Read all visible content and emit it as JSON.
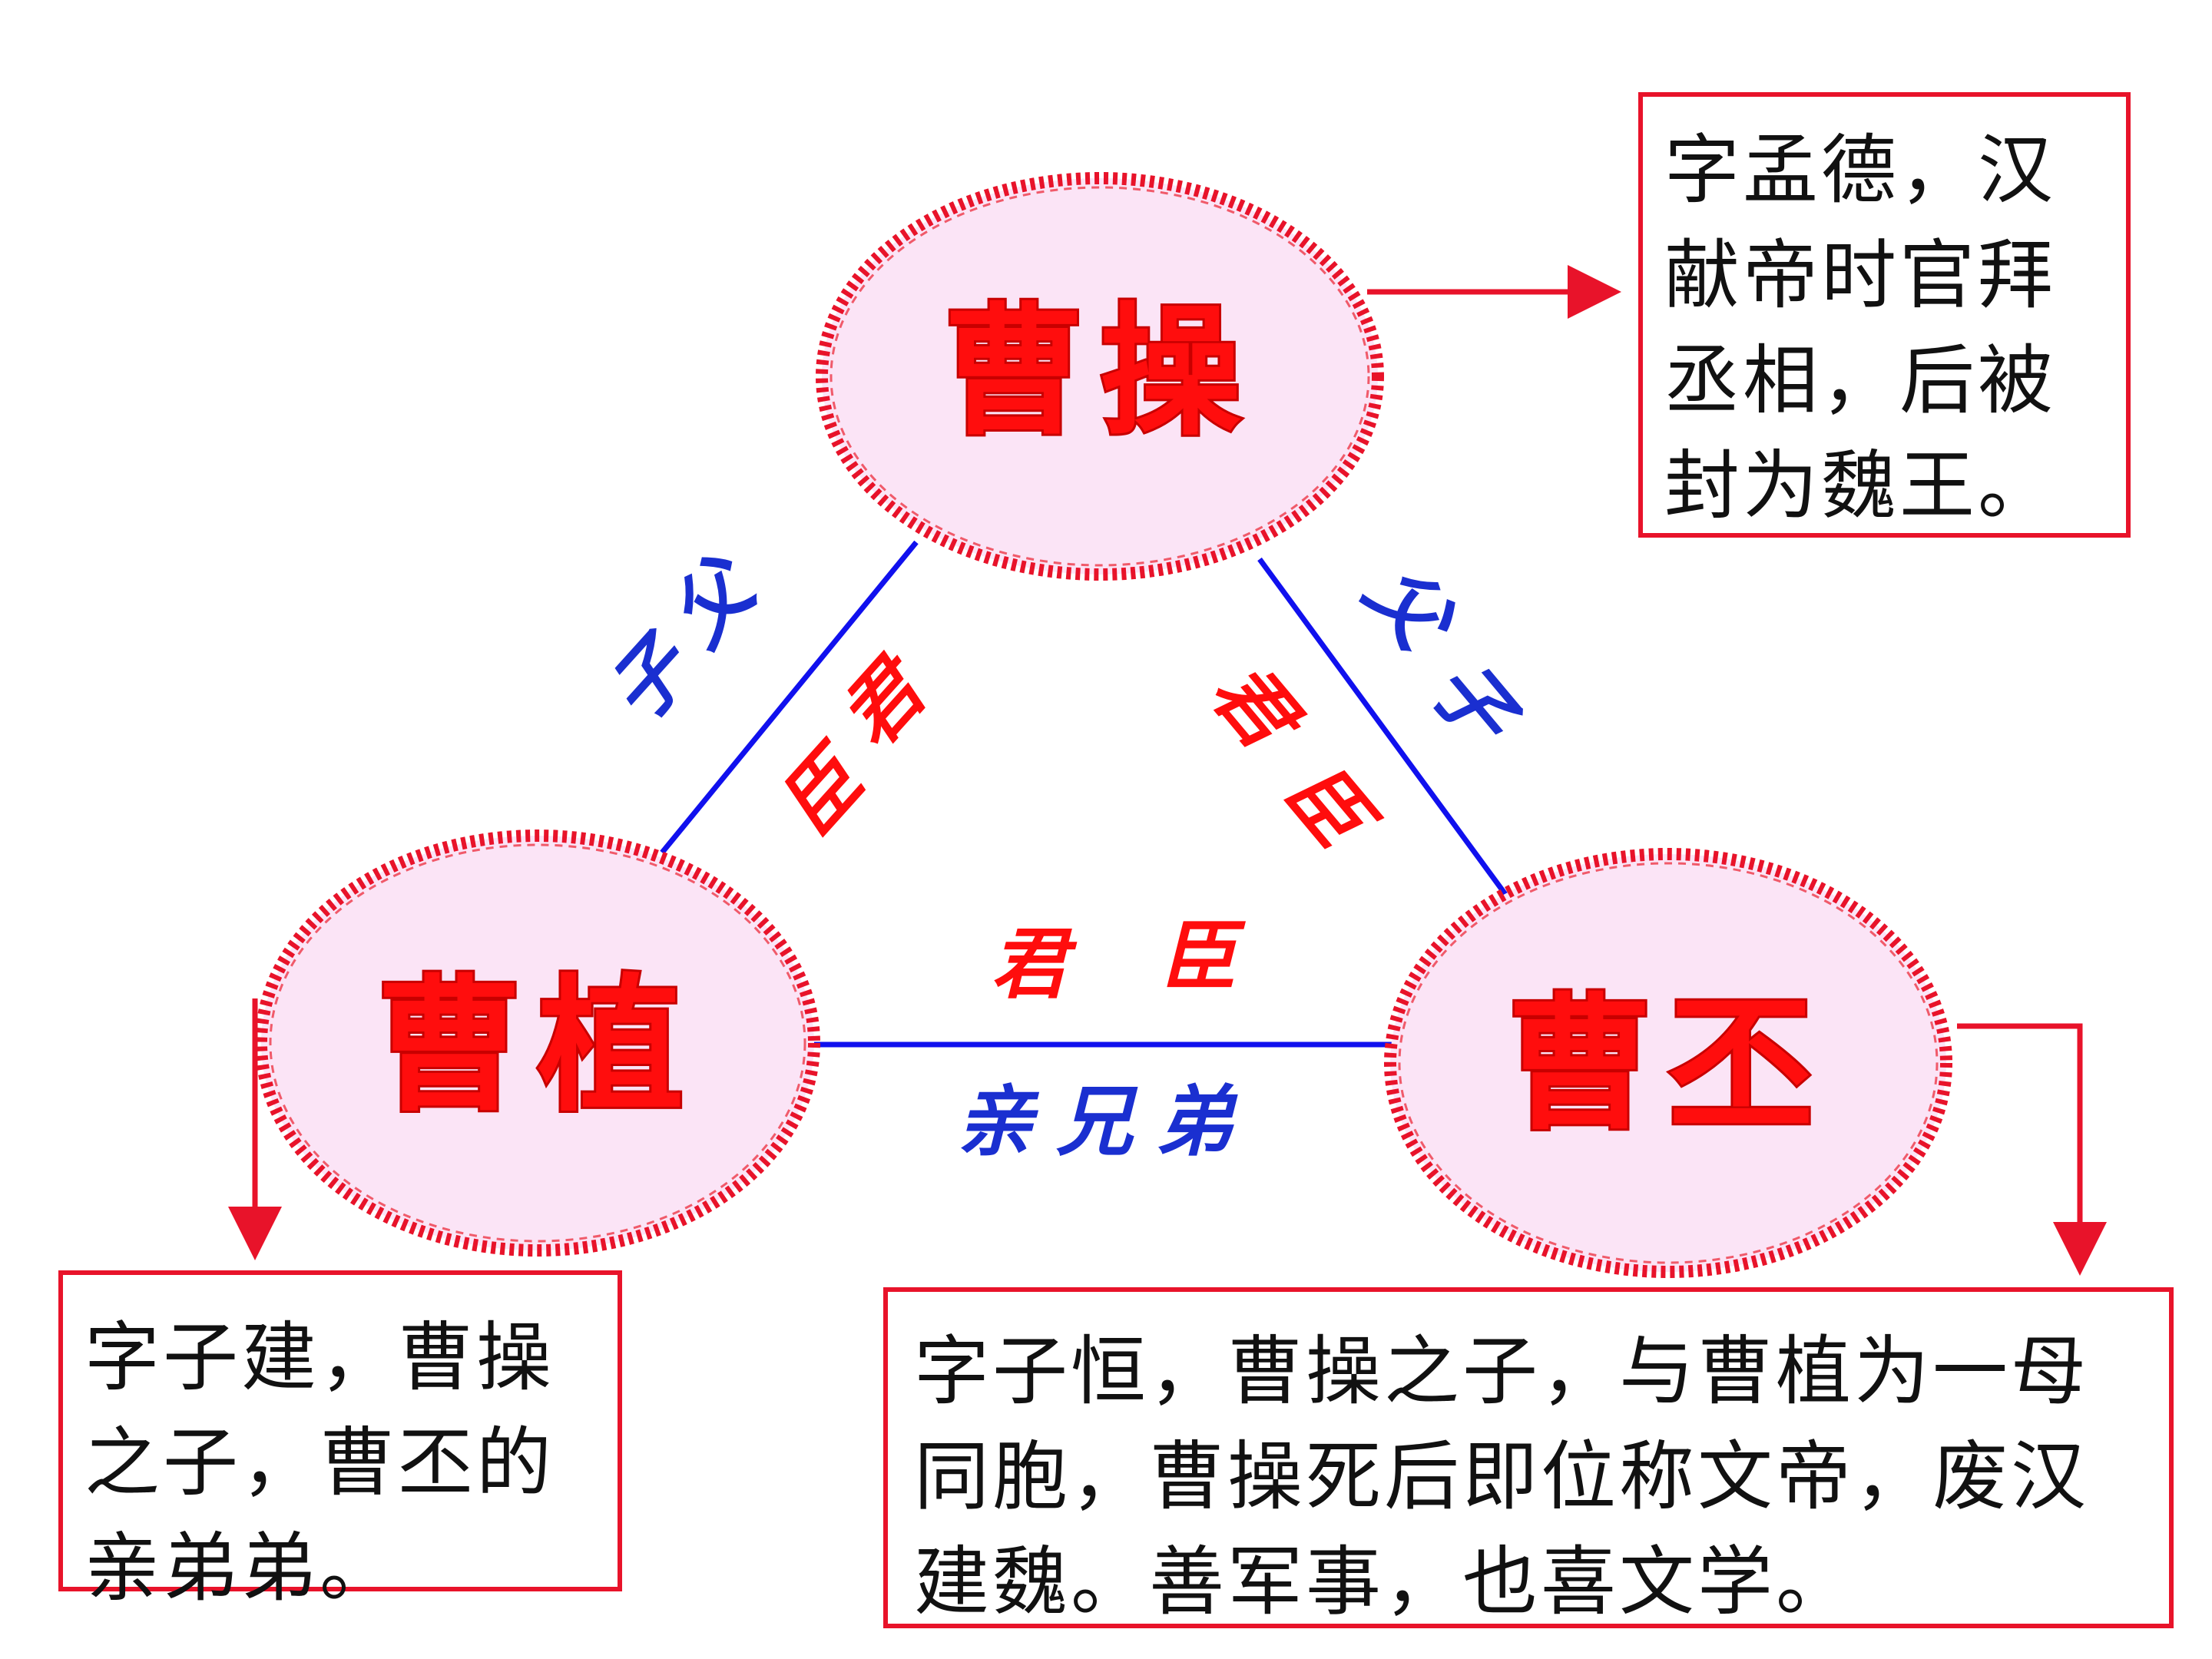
{
  "nodes": {
    "caocao": {
      "name": "曹操"
    },
    "caozhi": {
      "name": "曹植"
    },
    "caopi": {
      "name": "曹丕"
    }
  },
  "relations": {
    "left_edge": {
      "kinship": [
        "父",
        "子"
      ],
      "rank": [
        "君",
        "臣"
      ]
    },
    "right_edge": {
      "kinship": [
        "父",
        "子"
      ],
      "rank": [
        "君",
        "臣"
      ]
    },
    "bottom_edge": {
      "rank": [
        "君",
        "臣"
      ],
      "kinship": "亲兄弟"
    }
  },
  "info": {
    "caocao": "字孟德，汉献帝时官拜丞相，后被封为魏王。",
    "caozhi": "字子建，曹操之子，曹丕的亲弟弟。",
    "caopi": "字子恒，曹操之子，与曹植为一母同胞，曹操死后即位称文帝，废汉建魏。善军事，也喜文学。"
  },
  "colors": {
    "node_fill": "#fbe4f6",
    "node_border": "#e8132a",
    "name_text": "#ff0d0d",
    "edge_line": "#1010ee",
    "kinship_text": "#1a2fd0",
    "rank_text": "#ff0d0d",
    "box_border": "#e8132a",
    "arrow": "#e8132a"
  }
}
